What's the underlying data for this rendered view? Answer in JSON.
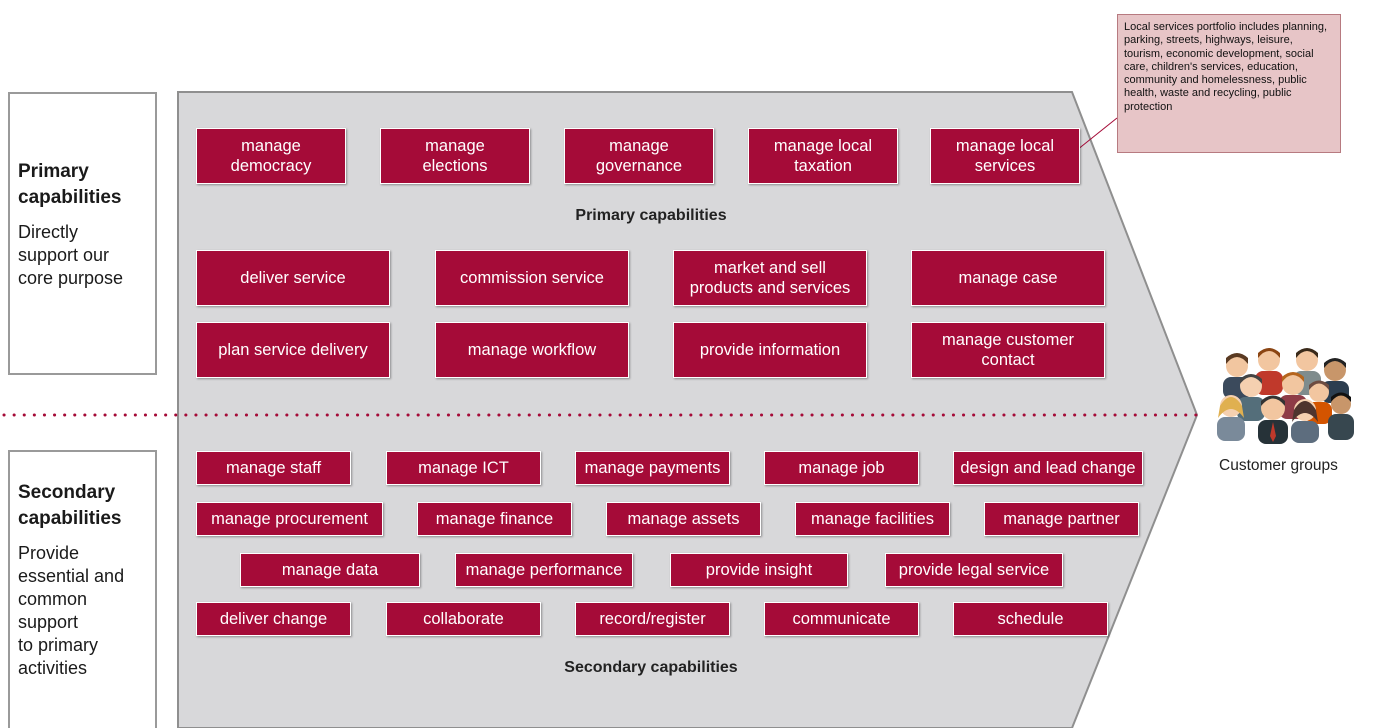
{
  "primary": {
    "side_title": "Primary\ncapabilities",
    "side_desc": "Directly\nsupport our\ncore purpose",
    "section_label": "Primary capabilities",
    "row1": [
      "manage\ndemocracy",
      "manage\nelections",
      "manage\ngovernance",
      "manage local\ntaxation",
      "manage local\nservices"
    ],
    "row2": [
      "deliver service",
      "commission service",
      "market and sell\nproducts and services",
      "manage case"
    ],
    "row3": [
      "plan service delivery",
      "manage workflow",
      "provide information",
      "manage customer\ncontact"
    ]
  },
  "secondary": {
    "side_title": "Secondary\ncapabilities",
    "side_desc": "Provide\nessential and\ncommon\nsupport\nto primary\nactivities",
    "section_label": "Secondary capabilities",
    "row1": [
      "manage staff",
      "manage ICT",
      "manage payments",
      "manage job",
      "design and lead change"
    ],
    "row2": [
      "manage procurement",
      "manage finance",
      "manage assets",
      "manage facilities",
      "manage partner"
    ],
    "row3": [
      "manage data",
      "manage performance",
      "provide insight",
      "provide legal service"
    ],
    "row4": [
      "deliver change",
      "collaborate",
      "record/register",
      "communicate",
      "schedule"
    ]
  },
  "callout": {
    "text": "Local services portfolio includes planning, parking, streets, highways, leisure, tourism, economic development, social care, children's services, education, community and homelessness, public health, waste and recycling, public protection"
  },
  "customers": {
    "label": "Customer groups",
    "icon": "people-group-icon"
  },
  "colors": {
    "capability_fill": "#a50b38",
    "chevron_fill": "#d8d8da",
    "dotted_divider": "#a50b38",
    "callout_fill": "#e7c5c7"
  }
}
